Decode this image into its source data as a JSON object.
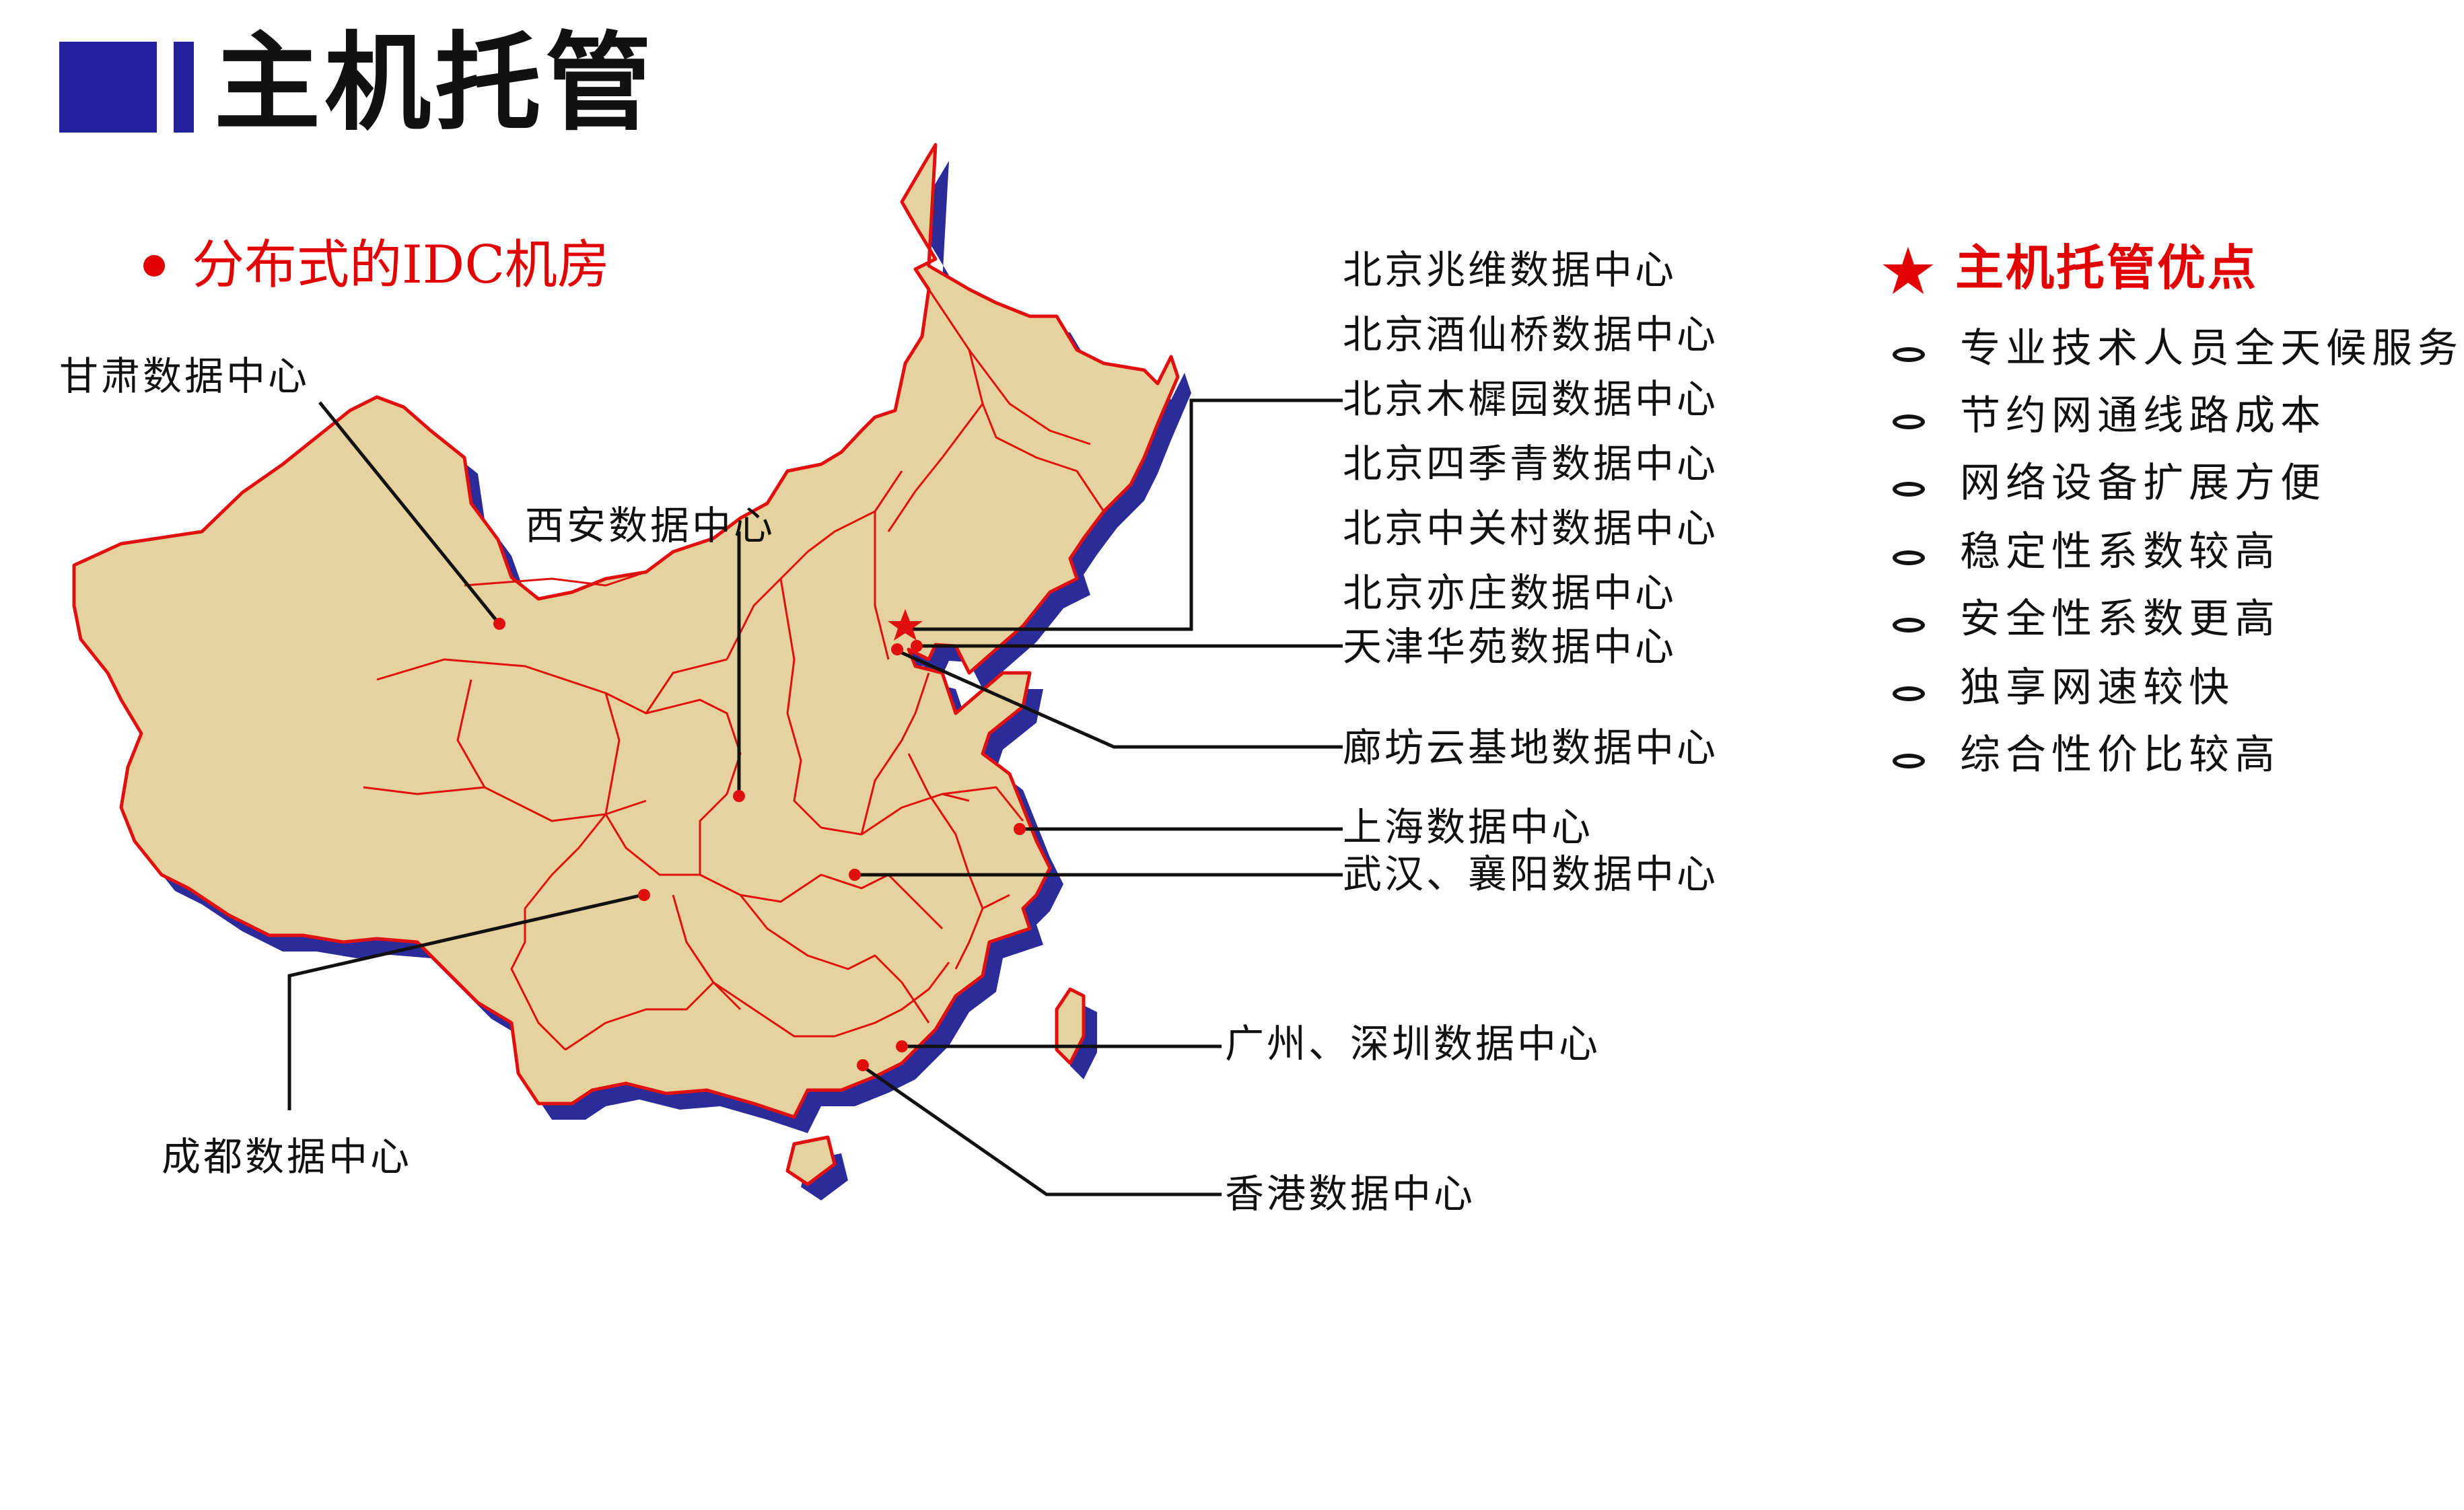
{
  "title": "主机托管",
  "subtitle": "分布式的IDC机房",
  "map": {
    "landColor": "#e6d29f",
    "borderColor": "#e01010",
    "shadowColor": "#2b2c9a"
  },
  "labels": {
    "gansu": "甘肃数据中心",
    "xian": "西安数据中心",
    "chengdu": "成都数据中心",
    "beijing": [
      "北京兆维数据中心",
      "北京酒仙桥数据中心",
      "北京木樨园数据中心",
      "北京四季青数据中心",
      "北京中关村数据中心",
      "北京亦庄数据中心"
    ],
    "tianjin": "天津华苑数据中心",
    "langfang": "廊坊云基地数据中心",
    "shanghai": "上海数据中心",
    "wuhan": "武汉、襄阳数据中心",
    "guangzhou": "广州、深圳数据中心",
    "hongkong": "香港数据中心"
  },
  "advantages": {
    "title": "主机托管优点",
    "items": [
      "专业技术人员全天候服务",
      "节约网通线路成本",
      "网络设备扩展方便",
      "稳定性系数较高",
      "安全性系数更高",
      "独享网速较快",
      "综合性价比较高"
    ]
  },
  "colors": {
    "accentBlue": "#23229c",
    "accentRed": "#e30000"
  }
}
